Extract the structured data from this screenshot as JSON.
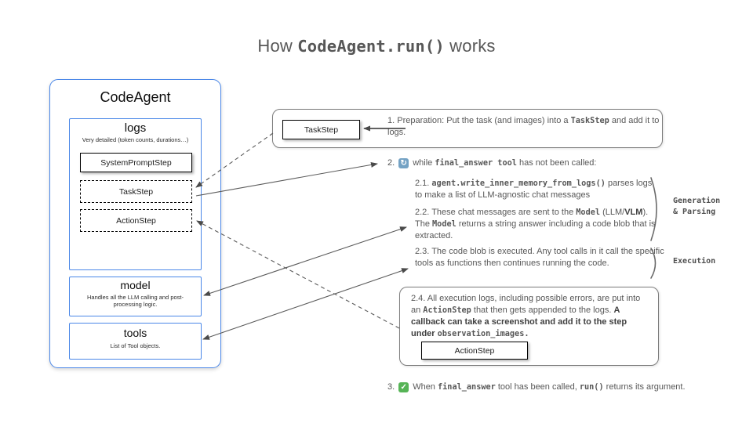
{
  "title": {
    "segments": [
      {
        "t": "How ",
        "s": "p"
      },
      {
        "t": "CodeAgent.run()",
        "s": "c"
      },
      {
        "t": " works",
        "s": "p"
      }
    ]
  },
  "agent_panel": {
    "title": "CodeAgent",
    "logs": {
      "title": "logs",
      "subtitle": "Very detailed (token counts, durations…)",
      "steps": [
        {
          "label": "SystemPromptStep",
          "style": "solid"
        },
        {
          "label": "TaskStep",
          "style": "dashed"
        },
        {
          "label": "ActionStep",
          "style": "dashed"
        }
      ]
    },
    "model": {
      "title": "model",
      "subtitle": "Handles all the LLM calling and post-processing logic."
    },
    "tools": {
      "title": "tools",
      "subtitle": "List of Tool objects."
    }
  },
  "flow": {
    "step1": {
      "chip": "TaskStep",
      "text": [
        {
          "t": "1.  Preparation: Put the task (and images) into a ",
          "s": "p"
        },
        {
          "t": "TaskStep",
          "s": "c"
        },
        {
          "t": " and add it to logs.",
          "s": "p"
        }
      ]
    },
    "step2": {
      "number": "2.",
      "text": [
        {
          "t": "while ",
          "s": "p"
        },
        {
          "t": "final_answer tool",
          "s": "c"
        },
        {
          "t": " has not been called:",
          "s": "p"
        }
      ]
    },
    "step2_1": [
      {
        "t": "2.1.  ",
        "s": "p"
      },
      {
        "t": "agent.write_inner_memory_from_logs()",
        "s": "c"
      },
      {
        "t": "  parses logs to make a list of LLM-agnostic chat messages",
        "s": "p"
      }
    ],
    "step2_2": [
      {
        "t": "2.2. These chat messages are sent to the ",
        "s": "p"
      },
      {
        "t": "Model",
        "s": "c"
      },
      {
        "t": " (LLM/",
        "s": "p"
      },
      {
        "t": "VLM",
        "s": "b"
      },
      {
        "t": "). The ",
        "s": "p"
      },
      {
        "t": "Model",
        "s": "c"
      },
      {
        "t": "  returns a string answer including a code blob that is extracted.",
        "s": "p"
      }
    ],
    "generation_label": [
      "Generation",
      "& Parsing"
    ],
    "step2_3": [
      {
        "t": "2.3. The code blob is executed. Any tool calls in it call the specific tools as functions then continues running the code.",
        "s": "p"
      }
    ],
    "execution_label": "Execution",
    "step2_4": {
      "text": [
        {
          "t": "2.4. All execution logs, including possible errors, are put into an ",
          "s": "p"
        },
        {
          "t": "ActionStep",
          "s": "c"
        },
        {
          "t": " that then gets appended to the logs. ",
          "s": "p"
        },
        {
          "t": "A callback can  take a screenshot and add it to the step under ",
          "s": "b"
        },
        {
          "t": "observation_images.",
          "s": "c"
        }
      ],
      "chip": "ActionStep"
    },
    "step3": {
      "number": "3.",
      "text": [
        {
          "t": "When ",
          "s": "p"
        },
        {
          "t": "final_answer",
          "s": "c"
        },
        {
          "t": " tool has been called, ",
          "s": "p"
        },
        {
          "t": "run()",
          "s": "c"
        },
        {
          "t": " returns its argument.",
          "s": "p"
        }
      ]
    }
  },
  "icons": {
    "repeat_glyph": "↻",
    "check_glyph": "✓"
  },
  "colors": {
    "accent_blue": "#4a87e8",
    "annotation_gray": "#575757",
    "repeat_icon_blue": "#74a2c4",
    "check_icon_green": "#56b456"
  }
}
